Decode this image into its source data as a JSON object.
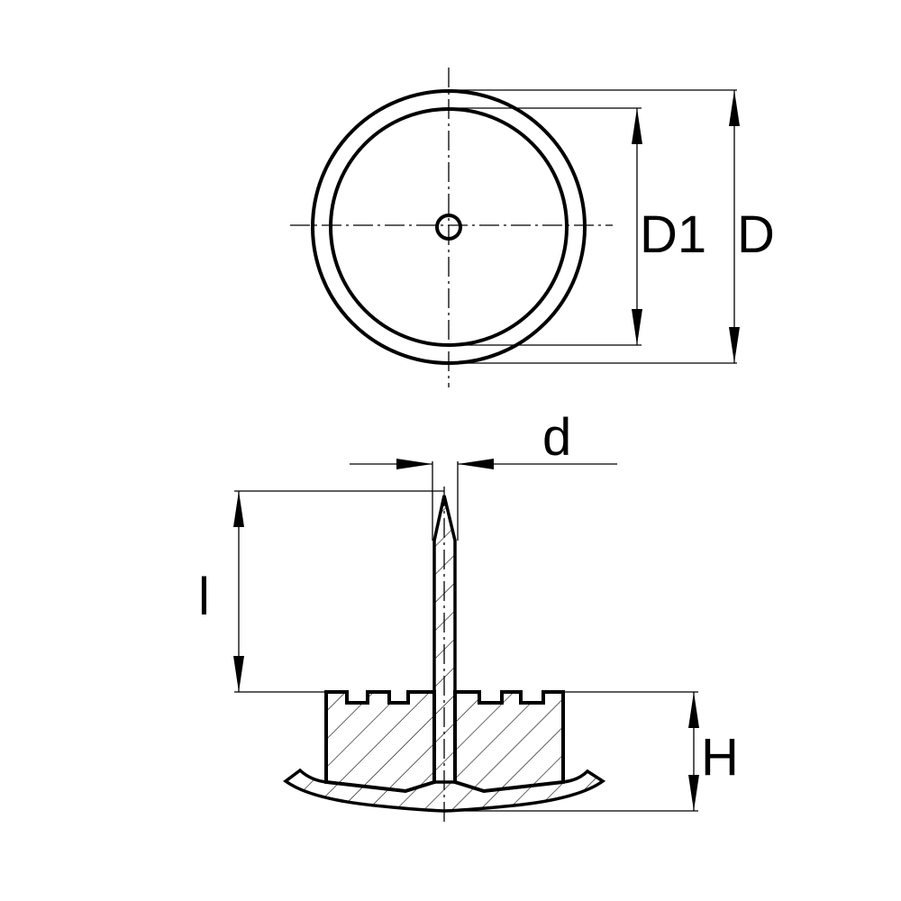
{
  "drawing": {
    "labels": {
      "d1": "D1",
      "d": "D",
      "pin_d": "d",
      "l": "l",
      "h": "H"
    },
    "colors": {
      "line": "#000000",
      "background": "#ffffff"
    }
  }
}
